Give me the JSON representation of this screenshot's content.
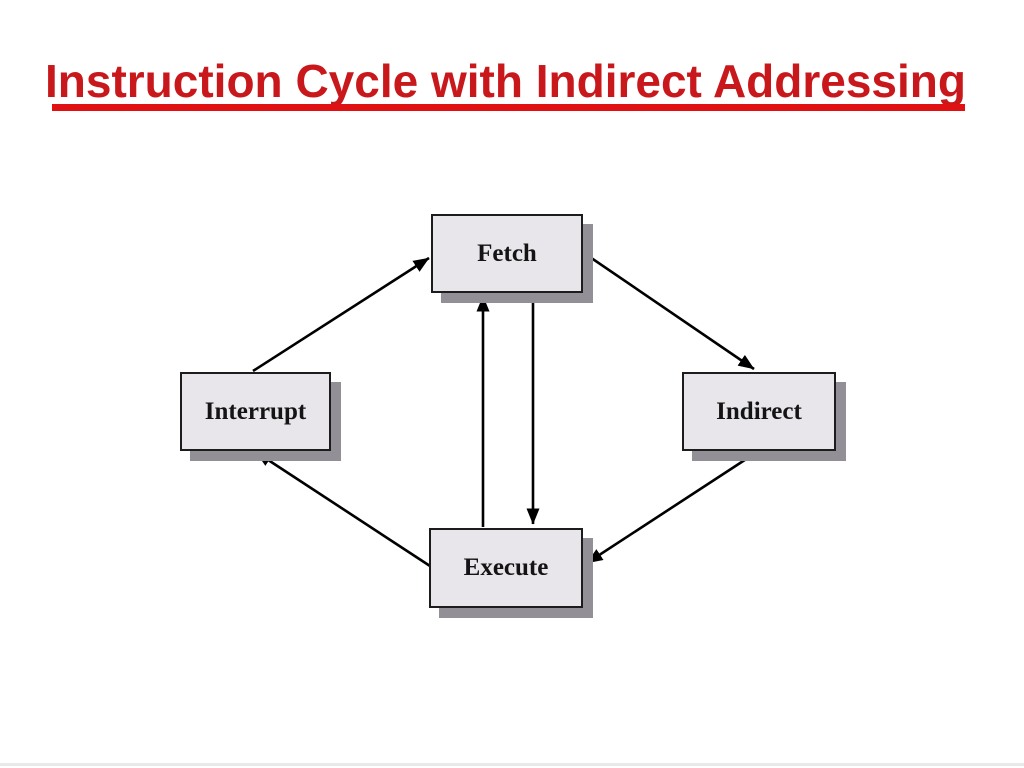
{
  "slide": {
    "title": "Instruction Cycle with Indirect Addressing"
  },
  "diagram": {
    "nodes": [
      {
        "id": "fetch",
        "label": "Fetch"
      },
      {
        "id": "interrupt",
        "label": "Interrupt"
      },
      {
        "id": "indirect",
        "label": "Indirect"
      },
      {
        "id": "execute",
        "label": "Execute"
      }
    ],
    "edges": [
      {
        "from": "interrupt",
        "to": "fetch"
      },
      {
        "from": "fetch",
        "to": "indirect"
      },
      {
        "from": "indirect",
        "to": "execute"
      },
      {
        "from": "execute",
        "to": "interrupt"
      },
      {
        "from": "execute",
        "to": "fetch"
      },
      {
        "from": "fetch",
        "to": "execute"
      }
    ]
  },
  "colors": {
    "title-red": "#c9181b",
    "underline-red": "#e01113",
    "box-fill": "#e8e6ea",
    "box-border": "#1c1c1c",
    "box-shadow": "#929096",
    "arrow-black": "#000000",
    "label-ink": "#141414"
  }
}
